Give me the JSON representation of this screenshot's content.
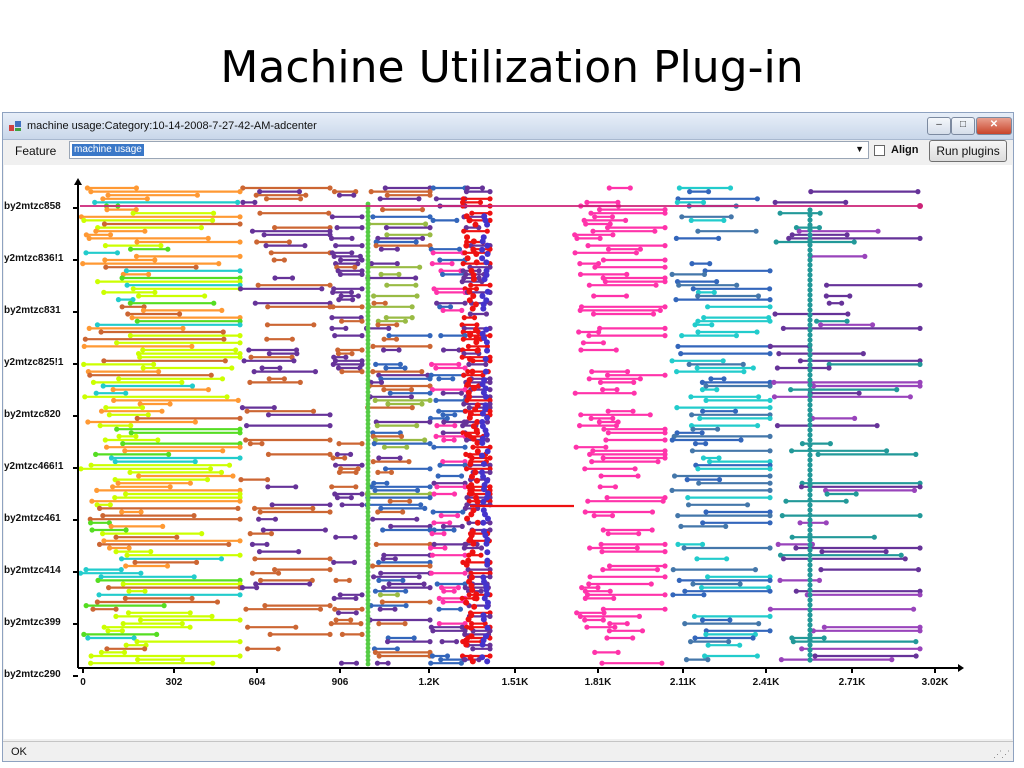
{
  "slide": {
    "title": "Machine Utilization Plug-in"
  },
  "window": {
    "title": "machine usage:Category:10-14-2008-7-27-42-AM-adcenter",
    "controls": {
      "minimize": "–",
      "maximize": "□",
      "close": "✕"
    }
  },
  "toolbar": {
    "feature_label": "Feature",
    "feature_value": "machine usage",
    "align_label": "Align",
    "align_checked": false,
    "run_label": "Run plugins"
  },
  "status": {
    "text": "OK"
  },
  "chart_data": {
    "type": "scatter",
    "title": "",
    "xlabel": "",
    "ylabel": "",
    "machines": [
      "by2mtzc290",
      "by2mtzc399",
      "by2mtzc414",
      "by2mtzc461",
      "y2mtzc466!1",
      "by2mtzc820",
      "y2mtzc825!1",
      "by2mtzc831",
      "y2mtzc836!1",
      "by2mtzc858"
    ],
    "x_ticks": [
      "0",
      "302",
      "604",
      "906",
      "1.2K",
      "1.51K",
      "1.81K",
      "2.11K",
      "2.41K",
      "2.71K",
      "3.02K"
    ],
    "xlim": [
      0,
      3020
    ],
    "palette": [
      "#ccff00",
      "#ff9933",
      "#55dd22",
      "#99bb44",
      "#22cccc",
      "#663399",
      "#3366bb",
      "#cc6633",
      "#ee1111",
      "#ff33aa",
      "#9944bb",
      "#4477aa",
      "#229999"
    ]
  }
}
